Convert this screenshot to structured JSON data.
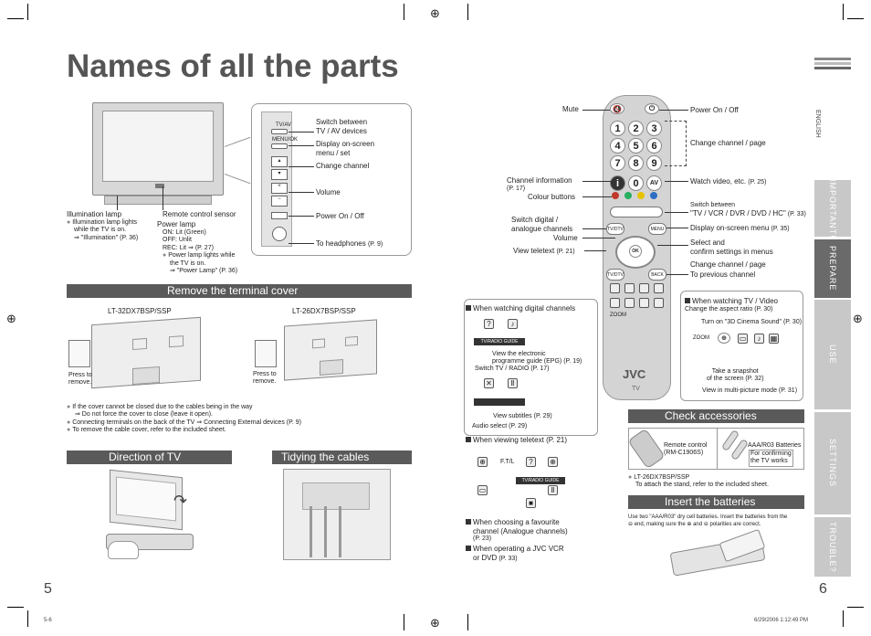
{
  "title": "Names of all the parts",
  "page_left": "5",
  "page_right": "6",
  "footer_left": "5-6",
  "footer_right": "6/29/2006   1:12:49 PM",
  "language": "ENGLISH",
  "tabs": [
    "IMPORTANT!",
    "PREPARE",
    "USE",
    "SETTINGS",
    "TROUBLE?"
  ],
  "tv_labels": {
    "illumination_lamp": "Illumination lamp",
    "illumination_note1": "Illumination lamp lights",
    "illumination_note2": "while the TV is on.",
    "illumination_note3": "⇒ \"Illumination\" (P. 36)",
    "remote_sensor": "Remote control sensor",
    "power_lamp": "Power lamp",
    "power_on": "ON: Lit (Green)",
    "power_off": "OFF: Unlit",
    "power_rec": "REC: Lit ⇒ (P. 27)",
    "power_note1": "Power lamp lights while",
    "power_note2": "the TV is on.",
    "power_note3": "⇒ \"Power Lamp\" (P. 36)"
  },
  "side_panel": {
    "tv_av_label": "TV/AV",
    "menu_ok_label": "MENU/OK",
    "switch1": "Switch between",
    "switch2": "TV / AV devices",
    "display1": "Display on-screen",
    "display2": "menu / set",
    "change_channel": "Change channel",
    "volume": "Volume",
    "power": "Power On / Off",
    "headphones": "To headphones",
    "headphones_ref": "(P. 9)"
  },
  "sections": {
    "remove_cover": "Remove the terminal cover",
    "direction": "Direction of TV",
    "tidying": "Tidying the cables",
    "check_accessories": "Check accessories",
    "insert_batteries": "Insert the batteries"
  },
  "models": {
    "m32": "LT-32DX7BSP/SSP",
    "m26": "LT-26DX7BSP/SSP",
    "press1": "Press to",
    "press2": "remove."
  },
  "cover_notes": {
    "n1": "If the cover cannot be closed due to the cables being in the way",
    "n1b": "⇒  Do not force the cover to close (leave it open).",
    "n2": "Connecting terminals on the back of the TV ⇒ Connecting External devices (P. 9)",
    "n3": "To remove the cable cover, refer to the included sheet."
  },
  "remote": {
    "keys": [
      "1",
      "2",
      "3",
      "4",
      "5",
      "6",
      "7",
      "8",
      "9",
      "i",
      "0",
      "AV"
    ],
    "brand": "JVC",
    "model": "TV",
    "ok": "OK",
    "menu": "MENU",
    "back": "BACK",
    "zoom": "ZOOM",
    "tv_dtv": "TV/DTV",
    "labels_left": {
      "mute": "Mute",
      "channel_info": "Channel information",
      "channel_info_ref": "(P. 17)",
      "colour": "Colour buttons",
      "switch_digital1": "Switch digital /",
      "switch_digital2": "analogue channels",
      "volume": "Volume",
      "teletext": "View teletext",
      "teletext_ref": "(P. 21)"
    },
    "labels_right": {
      "power": "Power On / Off",
      "change_channel": "Change channel / page",
      "watch_video": "Watch video, etc.",
      "watch_video_ref": "(P. 25)",
      "switch1": "Switch between",
      "switch2": "\"TV / VCR / DVR / DVD / HC\"",
      "switch_ref": "(P. 33)",
      "display_menu": "Display on-screen menu",
      "display_menu_ref": "(P. 35)",
      "select1": "Select and",
      "select2": "confirm settings in menus",
      "change_page": "Change channel / page",
      "prev_channel": "To previous channel"
    }
  },
  "digital_box": {
    "title": "When watching digital channels",
    "epg1": "View the electronic",
    "epg2": "programme guide (EPG)",
    "epg_ref": "(P. 19)",
    "switch_radio": "Switch TV / RADIO",
    "switch_radio_ref": "(P. 17)",
    "view_sub": "View subtitles",
    "view_sub_ref": "(P. 29)",
    "audio_sel": "Audio select",
    "audio_sel_ref": "(P. 29)",
    "tvradio_guide": "TV/RADIO  GUIDE",
    "teletext_title": "When viewing teletext",
    "teletext_ref": "(P. 21)",
    "ft_l": "F.T/L",
    "favourite1": "When choosing a favourite",
    "favourite2": "channel (Analogue channels)",
    "favourite_ref": "(P. 23)",
    "jvc1": "When operating a JVC VCR",
    "jvc2": "or DVD",
    "jvc_ref": "(P. 33)"
  },
  "tv_video_box": {
    "title": "When watching TV / Video",
    "aspect": "Change the aspect ratio",
    "aspect_ref": "(P. 30)",
    "cinema": "Turn on \"3D Cinema Sound\"",
    "cinema_ref": "(P. 30)",
    "zoom": "ZOOM",
    "snapshot1": "Take a snapshot",
    "snapshot2": "of the screen",
    "snapshot_ref": "(P. 32)",
    "multi": "View in multi-picture mode",
    "multi_ref": "(P. 31)"
  },
  "accessories": {
    "remote1": "Remote control",
    "remote2": "(RM-C1906S)",
    "batteries": "AAA/R03 Batteries",
    "confirm1": "For confirming",
    "confirm2": "the TV works",
    "model": "LT-26DX7BSP/SSP",
    "stand": "To attach the stand, refer to the included sheet."
  },
  "batteries_note": {
    "l1": "Use two \"AAA/R03\" dry cell batteries. Insert the batteries from the",
    "l2": "⊖ end, making sure the ⊕ and ⊖ polarities are correct."
  },
  "colors": {
    "bar": "#5a5a5a",
    "tab": "#c8c8c8",
    "tab_active": "#6a6a6a",
    "red": "#c0392b",
    "green": "#27ae60",
    "yellow": "#e6c200",
    "blue": "#2e6fc4"
  }
}
